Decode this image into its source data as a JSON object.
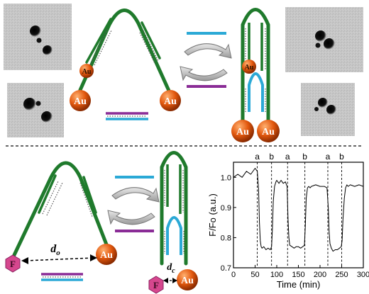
{
  "labels": {
    "gold": "Au",
    "fluorophore": "F",
    "distance_open": "d",
    "distance_open_sub": "o",
    "distance_closed": "d",
    "distance_closed_sub": "c"
  },
  "colors": {
    "dna_green": "#1f7a2c",
    "strand_cyan": "#2ba9d6",
    "strand_purple": "#8a2c96",
    "gold_particle": "#e2580e",
    "fluorophore_pink": "#d6478e",
    "arrow_gray": "#9a9a9a",
    "separator": "#333333"
  },
  "icons": [
    "cycle-arrows-icon",
    "gold-nanoparticle-icon",
    "fluorophore-hexagon-icon"
  ],
  "chart_data": {
    "type": "line",
    "title": "",
    "xlabel": "Time (min)",
    "ylabel": "F/Fo (a.u.)",
    "xlim": [
      0,
      300
    ],
    "ylim": [
      0.7,
      1.05
    ],
    "xticks": [
      0,
      50,
      100,
      150,
      200,
      250,
      300
    ],
    "yticks": [
      0.7,
      0.8,
      0.9,
      1.0
    ],
    "xtick_labels": [
      "0",
      "50",
      "100",
      "150",
      "200",
      "250",
      "300"
    ],
    "ytick_labels": [
      "0.7",
      "0.8",
      "0.9",
      "1.0"
    ],
    "grid": false,
    "events": [
      {
        "label": "a",
        "x": 55
      },
      {
        "label": "b",
        "x": 88
      },
      {
        "label": "a",
        "x": 125
      },
      {
        "label": "b",
        "x": 165
      },
      {
        "label": "a",
        "x": 218
      },
      {
        "label": "b",
        "x": 250
      }
    ],
    "series": [
      {
        "x": [
          0,
          10,
          20,
          30,
          40,
          50,
          55,
          58,
          60,
          62,
          64,
          66,
          70,
          75,
          80,
          85,
          88,
          90,
          92,
          95,
          98,
          100,
          105,
          110,
          115,
          120,
          124,
          126,
          128,
          130,
          135,
          140,
          145,
          150,
          155,
          160,
          164,
          166,
          168,
          171,
          174,
          177,
          180,
          190,
          200,
          210,
          216,
          219,
          221,
          223,
          226,
          230,
          235,
          240,
          245,
          249,
          251,
          253,
          256,
          259,
          262,
          265,
          270,
          280,
          290,
          300
        ],
        "values": [
          1.0,
          1.01,
          1.0,
          1.02,
          1.01,
          1.03,
          1.02,
          0.96,
          0.85,
          0.79,
          0.77,
          0.765,
          0.77,
          0.76,
          0.765,
          0.76,
          0.77,
          0.83,
          0.92,
          0.97,
          0.985,
          0.99,
          0.98,
          0.99,
          0.98,
          0.985,
          0.97,
          0.86,
          0.8,
          0.775,
          0.77,
          0.765,
          0.77,
          0.77,
          0.765,
          0.77,
          0.775,
          0.84,
          0.93,
          0.965,
          0.97,
          0.965,
          0.97,
          0.975,
          0.97,
          0.97,
          0.965,
          0.9,
          0.82,
          0.78,
          0.765,
          0.755,
          0.76,
          0.76,
          0.765,
          0.77,
          0.79,
          0.86,
          0.93,
          0.965,
          0.975,
          0.97,
          0.975,
          0.97,
          0.975,
          0.97
        ]
      }
    ]
  }
}
